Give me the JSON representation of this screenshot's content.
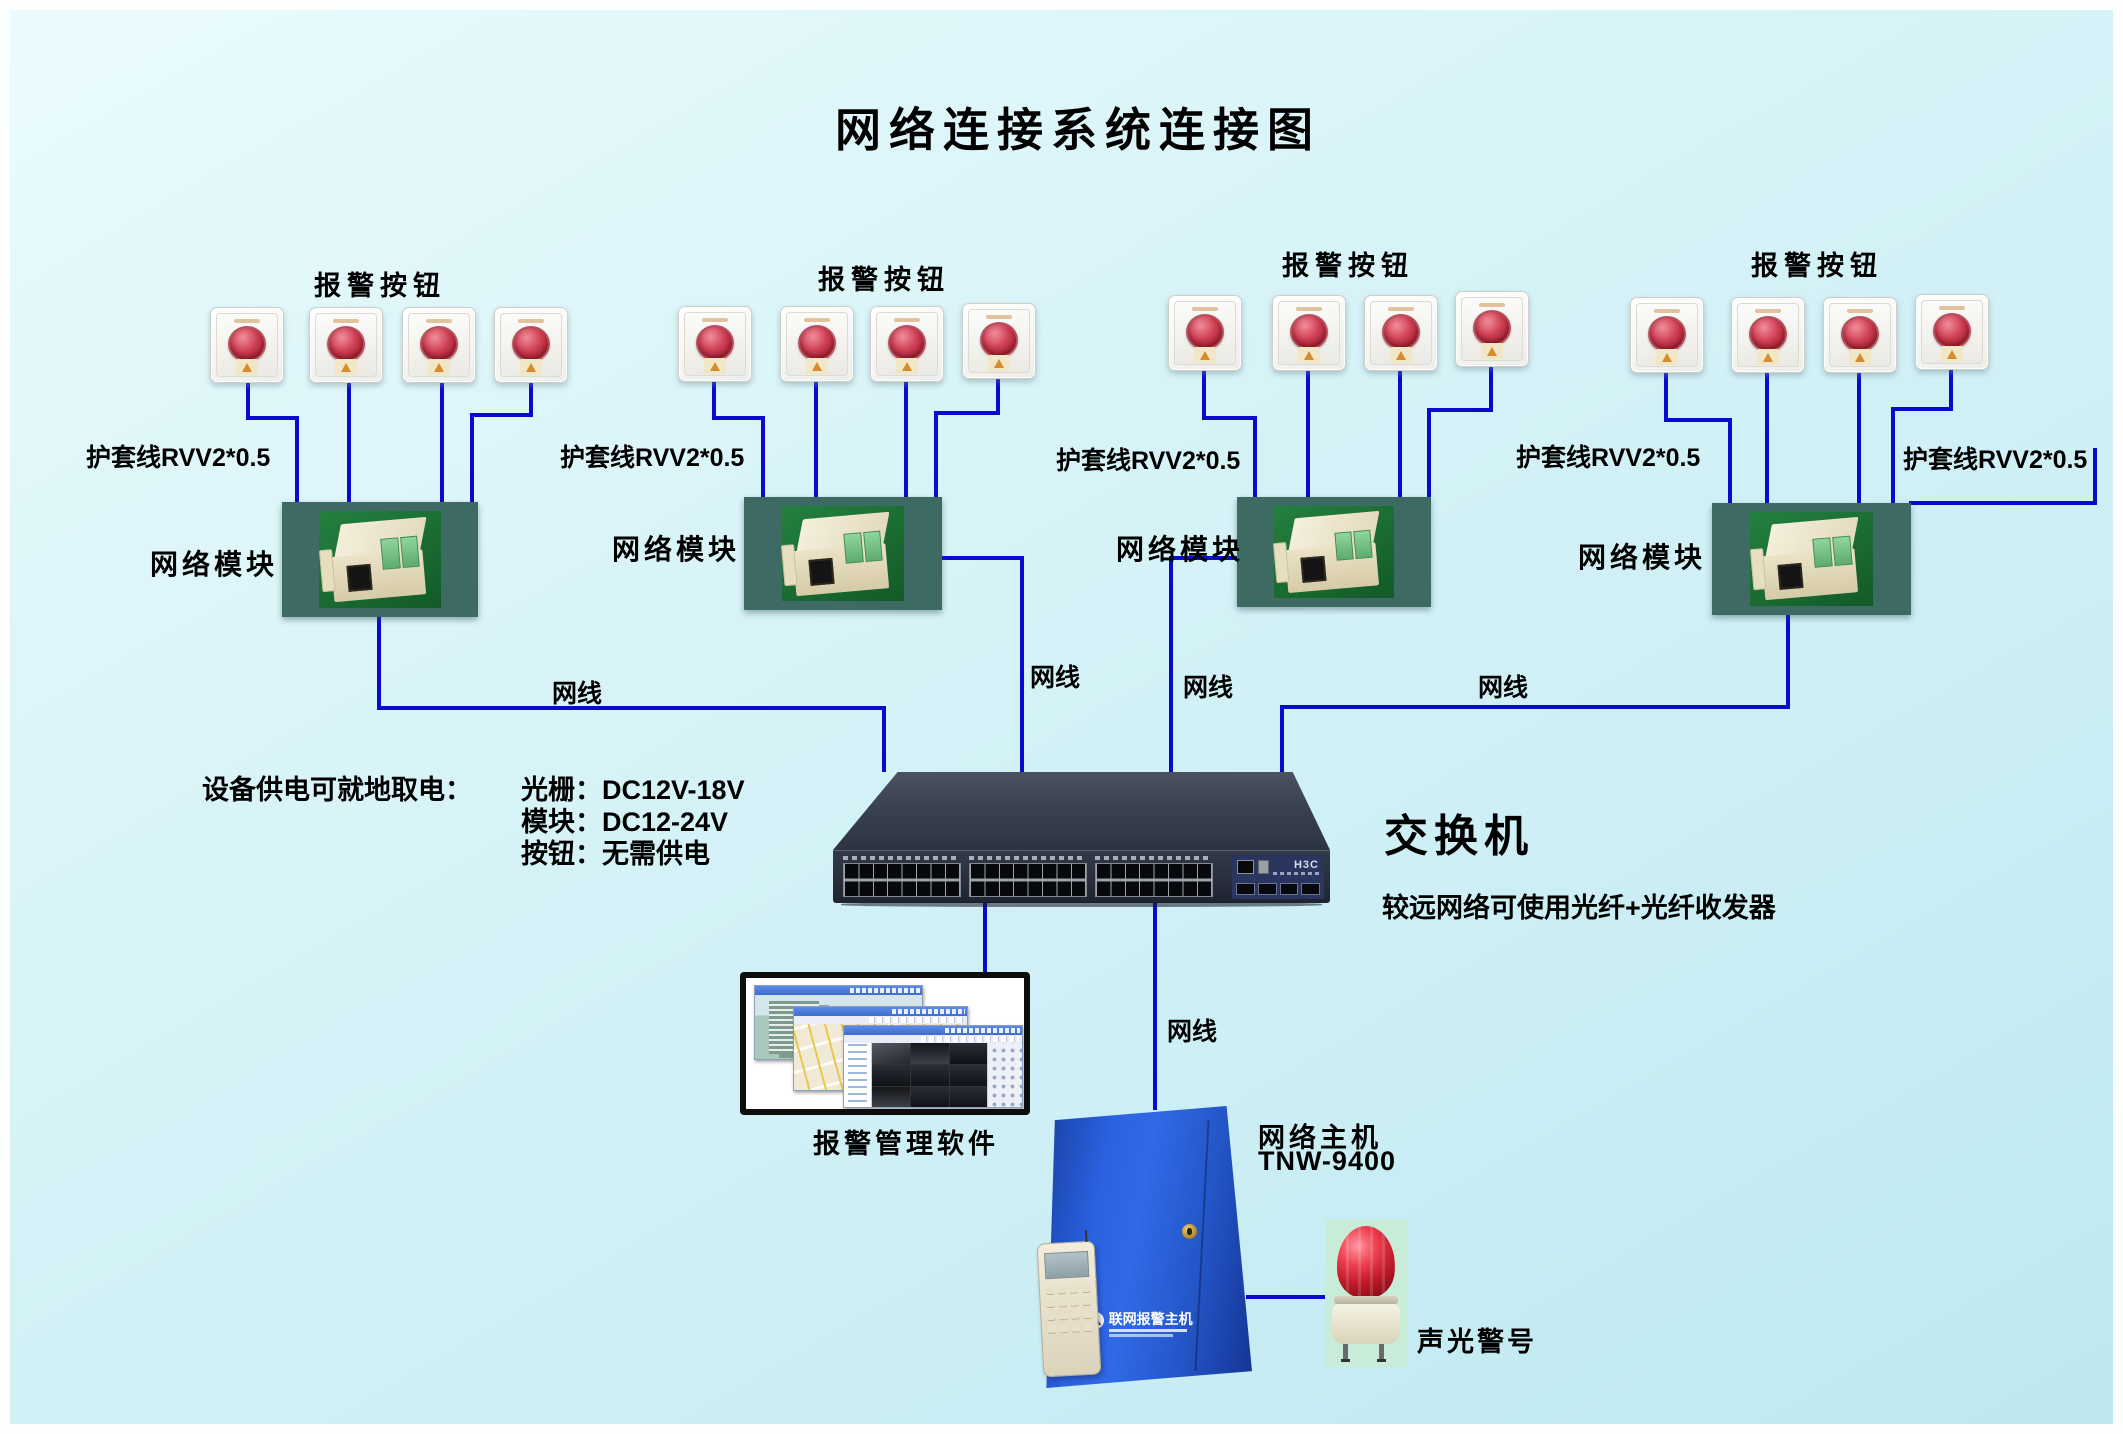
{
  "title": "网络连接系统连接图",
  "button_groups": [
    {
      "label": "报警按钮"
    },
    {
      "label": "报警按钮"
    },
    {
      "label": "报警按钮"
    },
    {
      "label": "报警按钮"
    }
  ],
  "sheath_labels": [
    "护套线RVV2*0.5",
    "护套线RVV2*0.5",
    "护套线RVV2*0.5",
    "护套线RVV2*0.5",
    "护套线RVV2*0.5"
  ],
  "modules": [
    {
      "label": "网络模块"
    },
    {
      "label": "网络模块"
    },
    {
      "label": "网络模块"
    },
    {
      "label": "网络模块"
    }
  ],
  "cable_labels": [
    "网线",
    "网线",
    "网线",
    "网线",
    "网线"
  ],
  "power_note": {
    "intro": "设备供电可就地取电：",
    "lines": [
      "光栅：DC12V-18V",
      "模块：DC12-24V",
      "按钮：无需供电"
    ]
  },
  "switch": {
    "label": "交换机",
    "note": "较远网络可使用光纤+光纤收发器",
    "brand": "H3C"
  },
  "software": {
    "label": "报警管理软件"
  },
  "host": {
    "name": "网络主机",
    "model": "TNW-9400",
    "cabinet_text": "联网报警主机"
  },
  "beacon": {
    "label": "声光警号"
  },
  "colors": {
    "background": "#d6f3f7",
    "wire": "#0a0acf",
    "module_frame": "#3e6a64",
    "module_board": "#1e7a38",
    "button_red": "#c43040",
    "switch_body": "#2b3240",
    "host_blue": "#2458cc",
    "beacon_red": "#c01a2a"
  }
}
